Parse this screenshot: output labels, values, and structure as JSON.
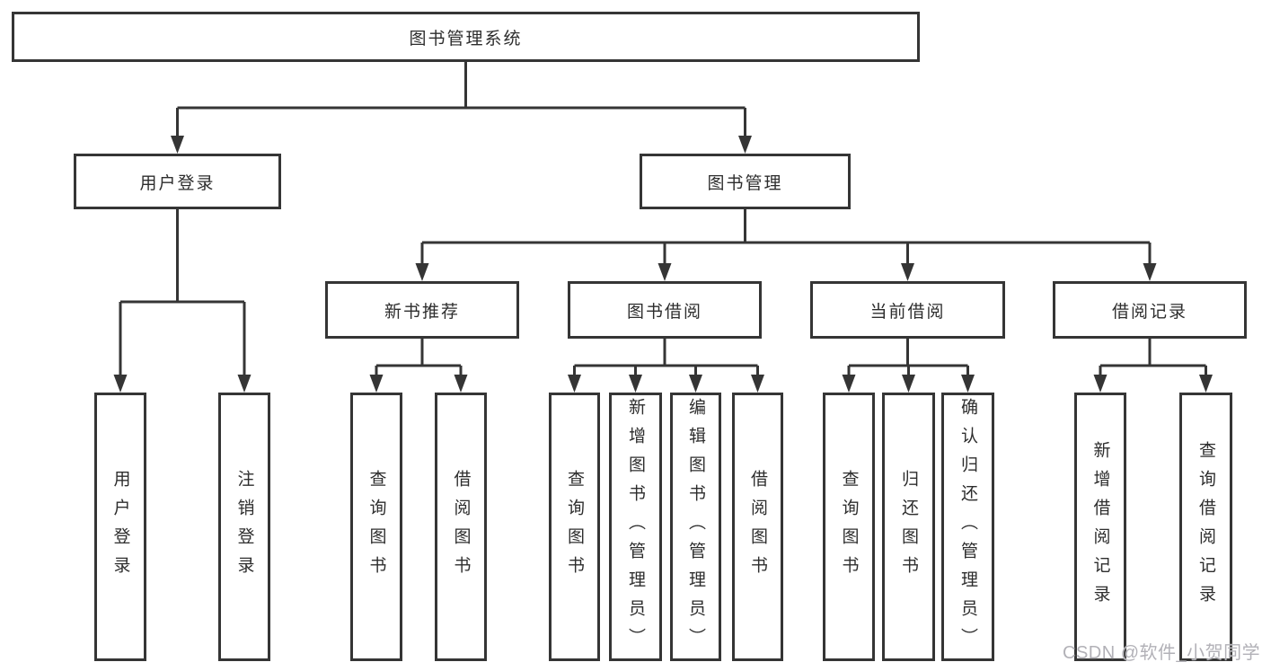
{
  "tree": {
    "root": {
      "label": "图书管理系统"
    },
    "branches": [
      {
        "label": "用户登录",
        "children": [
          {
            "label": "用户登录"
          },
          {
            "label": "注销登录"
          }
        ]
      },
      {
        "label": "图书管理",
        "children": [
          {
            "label": "新书推荐",
            "children": [
              {
                "label": "查询图书"
              },
              {
                "label": "借阅图书"
              }
            ]
          },
          {
            "label": "图书借阅",
            "children": [
              {
                "label": "查询图书"
              },
              {
                "label": "新增图书（管理员）"
              },
              {
                "label": "编辑图书（管理员）"
              },
              {
                "label": "借阅图书"
              }
            ]
          },
          {
            "label": "当前借阅",
            "children": [
              {
                "label": "查询图书"
              },
              {
                "label": "归还图书"
              },
              {
                "label": "确认归还（管理员）"
              }
            ]
          },
          {
            "label": "借阅记录",
            "children": [
              {
                "label": "新增借阅记录"
              },
              {
                "label": "查询借阅记录"
              }
            ]
          }
        ]
      }
    ]
  },
  "watermark": {
    "text": "CSDN @软件_小贺同学"
  },
  "colors": {
    "line": "#353535",
    "text": "#2d2d2d",
    "box_fill": "#ffffff",
    "watermark": "#b2b1b7",
    "background": "#ffffff"
  }
}
